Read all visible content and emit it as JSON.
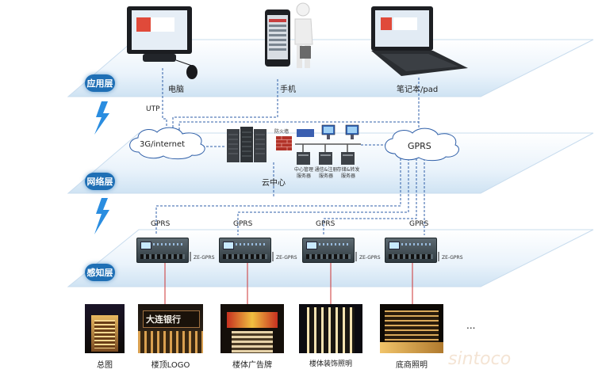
{
  "layers": {
    "application": "应用层",
    "network": "网络层",
    "perception": "感知层"
  },
  "devices": {
    "computer": "电脑",
    "phone": "手机",
    "laptop": "笔记本/pad"
  },
  "network": {
    "utp": "UTP",
    "internet": "3G/internet",
    "gprs": "GPRS",
    "firewall": "防火墙",
    "cloud_center": "云中心",
    "servers": [
      {
        "line1": "中心管理",
        "line2": "服务器"
      },
      {
        "line1": "通信&注册",
        "line2": "服务器"
      },
      {
        "line1": "存储&转发",
        "line2": "服务器"
      }
    ]
  },
  "controllers": [
    {
      "gprs": "GPRS",
      "model": "ZE-GPRS"
    },
    {
      "gprs": "GPRS",
      "model": "ZE-GPRS"
    },
    {
      "gprs": "GPRS",
      "model": "ZE-GPRS"
    },
    {
      "gprs": "GPRS",
      "model": "ZE-GPRS"
    }
  ],
  "photos": [
    {
      "caption": "总图"
    },
    {
      "caption": "楼顶LOGO",
      "sign_text": "大连银行"
    },
    {
      "caption": "楼体广告牌"
    },
    {
      "caption": "楼体装饰照明"
    },
    {
      "caption": "底商照明"
    }
  ],
  "ellipsis": "...",
  "colors": {
    "badge": "#1f6fb5",
    "dashed_line": "#2f5fa8",
    "solid_line": "#cc3333",
    "lightning": "#2a8de0"
  }
}
